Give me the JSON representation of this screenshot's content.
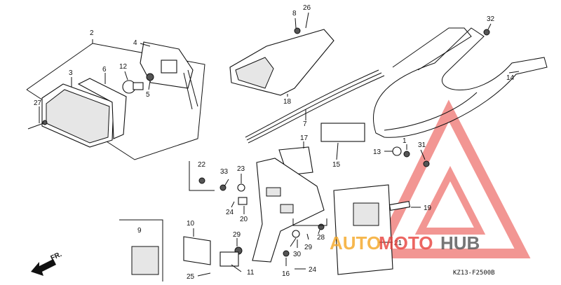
{
  "diagram_code": "KZ13-F2500B",
  "direction_label": "FR.",
  "watermark": {
    "word_a": "AUTO",
    "word_b": "MOTO",
    "word_c": "HUB",
    "color_a": "#f5a623",
    "color_b": "#e8413c",
    "color_c": "#555555"
  },
  "callouts": {
    "c1": "1",
    "c2": "2",
    "c3": "3",
    "c4": "4",
    "c5": "5",
    "c6": "6",
    "c7": "7",
    "c8": "8",
    "c9": "9",
    "c10": "10",
    "c11": "11",
    "c12": "12",
    "c13": "13",
    "c14": "14",
    "c15": "15",
    "c16": "16",
    "c17": "17",
    "c18": "18",
    "c19": "19",
    "c20": "20",
    "c21": "21",
    "c22": "22",
    "c23": "23",
    "c24a": "24",
    "c24b": "24",
    "c25": "25",
    "c26": "26",
    "c27": "27",
    "c28": "28",
    "c29a": "29",
    "c29b": "29",
    "c30": "30",
    "c31": "31",
    "c32": "32",
    "c33": "33"
  }
}
